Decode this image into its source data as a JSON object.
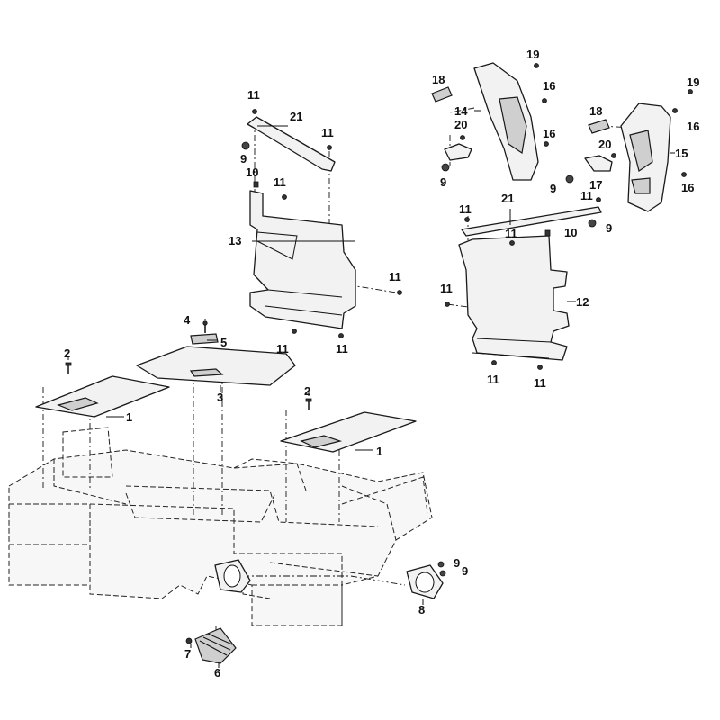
{
  "callouts": {
    "c1a": "1",
    "c1b": "1",
    "c2a": "2",
    "c2b": "2",
    "c3": "3",
    "c4": "4",
    "c5": "5",
    "c6": "6",
    "c7": "7",
    "c8": "8",
    "c9a": "9",
    "c9b": "9",
    "c9c": "9",
    "c9d": "9",
    "c9e": "9",
    "c9f": "9",
    "c10a": "10",
    "c10b": "10",
    "c11a": "11",
    "c11b": "11",
    "c11c": "11",
    "c11d": "11",
    "c11e": "11",
    "c11f": "11",
    "c11g": "11",
    "c11h": "11",
    "c11i": "11",
    "c11j": "11",
    "c11k": "11",
    "c11l": "11",
    "c12": "12",
    "c13": "13",
    "c14": "14",
    "c15": "15",
    "c16a": "16",
    "c16b": "16",
    "c16c": "16",
    "c16d": "16",
    "c17": "17",
    "c18a": "18",
    "c18b": "18",
    "c19a": "19",
    "c19b": "19",
    "c20a": "20",
    "c20b": "20",
    "c21a": "21",
    "c21b": "21"
  }
}
